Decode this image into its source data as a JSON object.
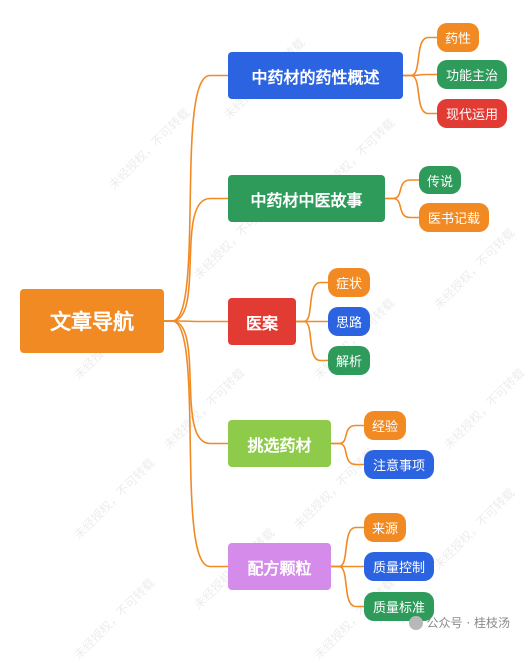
{
  "root": {
    "label": "文章导航",
    "color": "#F28A24"
  },
  "branches": [
    {
      "label": "中药材的药性概述",
      "color": "#2B63E0",
      "children": [
        {
          "label": "药性",
          "color": "#F28A24"
        },
        {
          "label": "功能主治",
          "color": "#2E9B5B"
        },
        {
          "label": "现代运用",
          "color": "#E23B33"
        }
      ]
    },
    {
      "label": "中药材中医故事",
      "color": "#2E9B5B",
      "children": [
        {
          "label": "传说",
          "color": "#2E9B5B"
        },
        {
          "label": "医书记载",
          "color": "#F28A24"
        }
      ]
    },
    {
      "label": "医案",
      "color": "#E23B33",
      "children": [
        {
          "label": "症状",
          "color": "#F28A24"
        },
        {
          "label": "思路",
          "color": "#2B63E0"
        },
        {
          "label": "解析",
          "color": "#2E9B5B"
        }
      ]
    },
    {
      "label": "挑选药材",
      "color": "#8FCB4A",
      "children": [
        {
          "label": "经验",
          "color": "#F28A24"
        },
        {
          "label": "注意事项",
          "color": "#2B63E0"
        }
      ]
    },
    {
      "label": "配方颗粒",
      "color": "#D58BEA",
      "children": [
        {
          "label": "来源",
          "color": "#F28A24"
        },
        {
          "label": "质量控制",
          "color": "#2B63E0"
        },
        {
          "label": "质量标准",
          "color": "#2E9B5B"
        }
      ]
    }
  ],
  "line_color": "#F28A24",
  "watermark": {
    "text": "未经授权，不可转载"
  },
  "footer": {
    "label": "公众号 · 桂枝汤",
    "icon": "wechat-icon"
  }
}
